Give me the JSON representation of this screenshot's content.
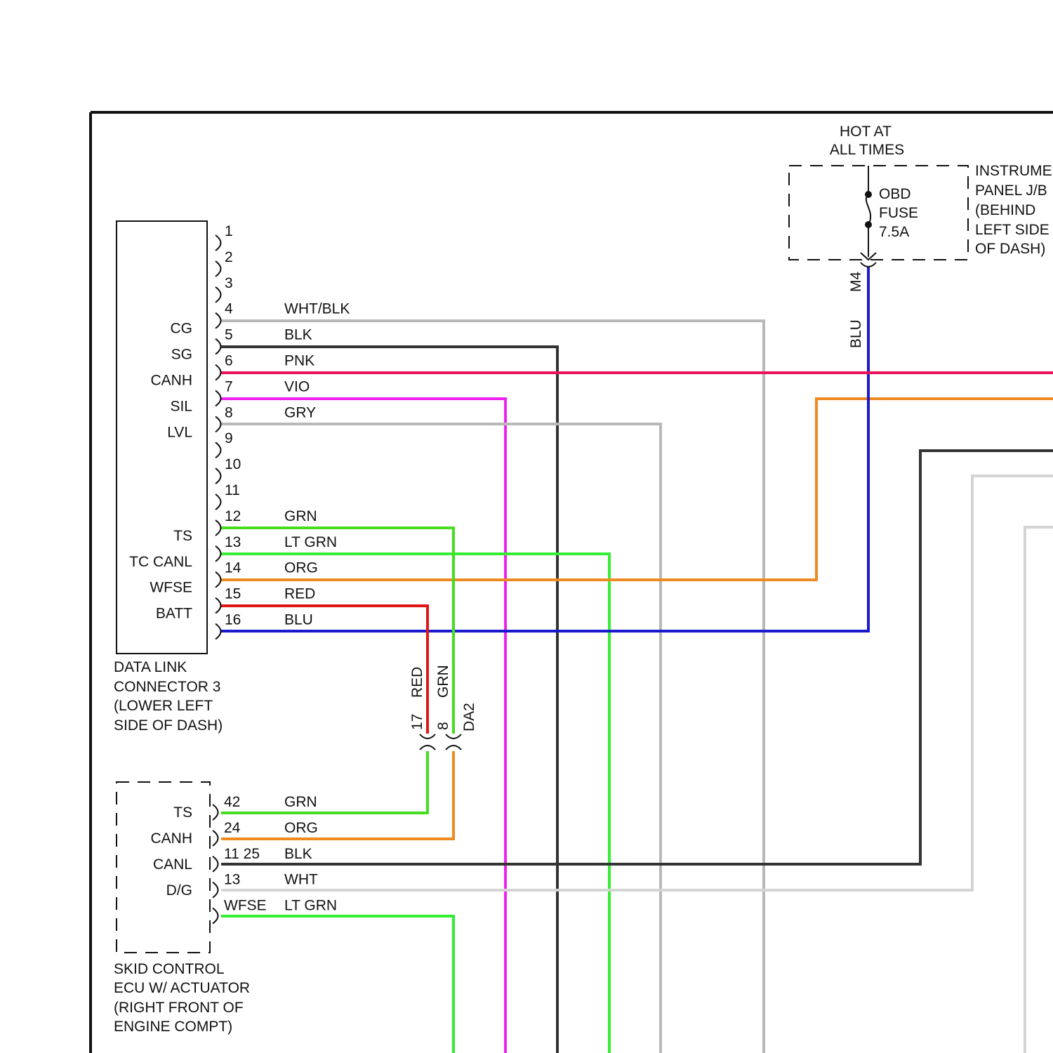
{
  "colors": {
    "WHT/BLK": "#b8b8b8",
    "BLK": "#333333",
    "PNK": "#e8155a",
    "VIO": "#ee22ee",
    "GRY": "#b8b8b8",
    "GRN": "#44dd22",
    "LT GRN": "#33ee33",
    "ORG": "#ee8a22",
    "RED": "#e01515",
    "BLU": "#1a1acc",
    "WHT": "#d4d4d4"
  },
  "power": {
    "hot_line1": "HOT AT",
    "hot_line2": "ALL TIMES",
    "fuse_line1": "OBD",
    "fuse_line2": "FUSE",
    "fuse_line3": "7.5A",
    "jb_line1": "INSTRUMENT",
    "jb_line2": "PANEL J/B",
    "jb_line3": "(BEHIND",
    "jb_line4": "LEFT SIDE",
    "jb_line5": "OF DASH)",
    "pin_label": "M4",
    "wire_label": "BLU"
  },
  "dlc": {
    "name_line1": "DATA LINK",
    "name_line2": "CONNECTOR 3",
    "name_line3": "(LOWER LEFT",
    "name_line4": "SIDE OF DASH)",
    "pins": [
      {
        "num": "1",
        "signal": "",
        "wire": ""
      },
      {
        "num": "2",
        "signal": "",
        "wire": ""
      },
      {
        "num": "3",
        "signal": "",
        "wire": ""
      },
      {
        "num": "4",
        "signal": "CG",
        "wire": "WHT/BLK"
      },
      {
        "num": "5",
        "signal": "SG",
        "wire": "BLK"
      },
      {
        "num": "6",
        "signal": "CANH",
        "wire": "PNK"
      },
      {
        "num": "7",
        "signal": "SIL",
        "wire": "VIO"
      },
      {
        "num": "8",
        "signal": "LVL",
        "wire": "GRY"
      },
      {
        "num": "9",
        "signal": "",
        "wire": ""
      },
      {
        "num": "10",
        "signal": "",
        "wire": ""
      },
      {
        "num": "11",
        "signal": "",
        "wire": ""
      },
      {
        "num": "12",
        "signal": "TS",
        "wire": "GRN"
      },
      {
        "num": "13",
        "signal": "TC CANL",
        "wire": "LT GRN"
      },
      {
        "num": "14",
        "signal": "WFSE",
        "wire": "ORG"
      },
      {
        "num": "15",
        "signal": "BATT",
        "wire": "RED"
      },
      {
        "num": "16",
        "signal": "",
        "wire": "BLU"
      }
    ]
  },
  "da2": {
    "name": "DA2",
    "pin_a": "17",
    "pin_b": "8",
    "wire_a": "RED",
    "wire_b": "GRN"
  },
  "ecu": {
    "name_line1": "SKID CONTROL",
    "name_line2": "ECU W/ ACTUATOR",
    "name_line3": "(RIGHT FRONT OF",
    "name_line4": "ENGINE COMPT)",
    "signals": [
      "TS",
      "CANH",
      "CANL",
      "D/G"
    ],
    "pins": [
      {
        "num": "42",
        "wire": "GRN"
      },
      {
        "num": "24",
        "wire": "ORG"
      },
      {
        "num": "11 25",
        "wire": "BLK"
      },
      {
        "num": "13",
        "wire": "WHT"
      },
      {
        "num": "WFSE",
        "wire": "LT GRN"
      }
    ]
  }
}
